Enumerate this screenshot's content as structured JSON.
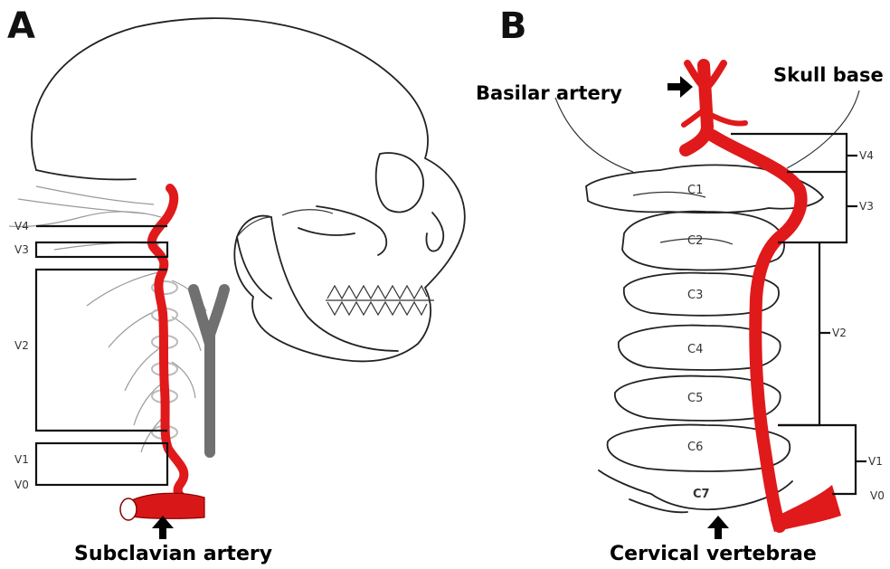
{
  "panels": {
    "a": {
      "letter": "A",
      "callout": "Subclavian artery",
      "segments": [
        "V4",
        "V3",
        "V2",
        "V1",
        "V0"
      ]
    },
    "b": {
      "letter": "B",
      "callout_left": "Basilar artery",
      "callout_right": "Skull base",
      "callout_bottom": "Cervical vertebrae",
      "segments": [
        "V4",
        "V3",
        "V2",
        "V1",
        "V0"
      ],
      "vertebrae": [
        "C1",
        "C2",
        "C3",
        "C4",
        "C5",
        "C6",
        "C7"
      ]
    }
  },
  "colors": {
    "artery": "#e0191b",
    "outline": "#222222",
    "background": "#ffffff"
  }
}
